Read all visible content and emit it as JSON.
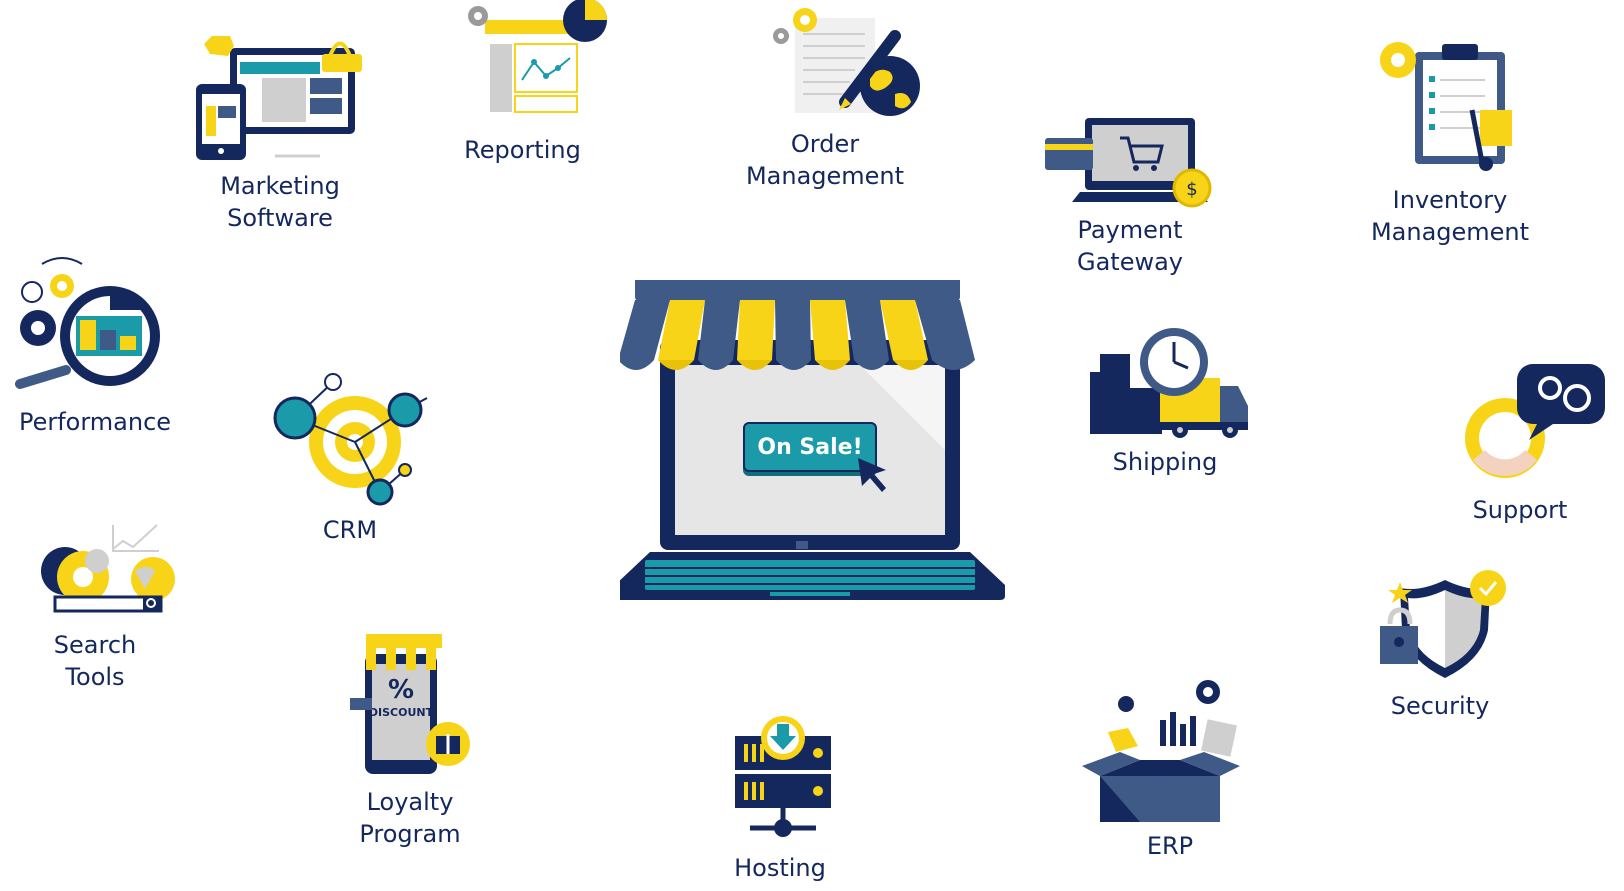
{
  "colors": {
    "navy": "#14285e",
    "slate": "#3f5a86",
    "yellow": "#f7d417",
    "teal": "#1b9aaa",
    "gray": "#d3d3d3"
  },
  "center": {
    "icon": "storefront-laptop-icon",
    "badge_text": "On Sale!"
  },
  "nodes": [
    {
      "id": "marketing",
      "icon": "marketing-software-icon",
      "label": "Marketing\nSoftware"
    },
    {
      "id": "reporting",
      "icon": "reporting-icon",
      "label": "Reporting"
    },
    {
      "id": "order",
      "icon": "order-management-icon",
      "label": "Order\nManagement"
    },
    {
      "id": "payment",
      "icon": "payment-gateway-icon",
      "label": "Payment\nGateway"
    },
    {
      "id": "inventory",
      "icon": "inventory-management-icon",
      "label": "Inventory\nManagement"
    },
    {
      "id": "performance",
      "icon": "performance-icon",
      "label": "Performance"
    },
    {
      "id": "crm",
      "icon": "crm-icon",
      "label": "CRM"
    },
    {
      "id": "shipping",
      "icon": "shipping-icon",
      "label": "Shipping"
    },
    {
      "id": "support",
      "icon": "support-icon",
      "label": "Support"
    },
    {
      "id": "search",
      "icon": "search-tools-icon",
      "label": "Search\nTools"
    },
    {
      "id": "loyalty",
      "icon": "loyalty-program-icon",
      "label": "Loyalty\nProgram",
      "badge": "%",
      "badge_caption": "DISCOUNT"
    },
    {
      "id": "hosting",
      "icon": "hosting-icon",
      "label": "Hosting"
    },
    {
      "id": "erp",
      "icon": "erp-icon",
      "label": "ERP"
    },
    {
      "id": "security",
      "icon": "security-icon",
      "label": "Security"
    }
  ]
}
